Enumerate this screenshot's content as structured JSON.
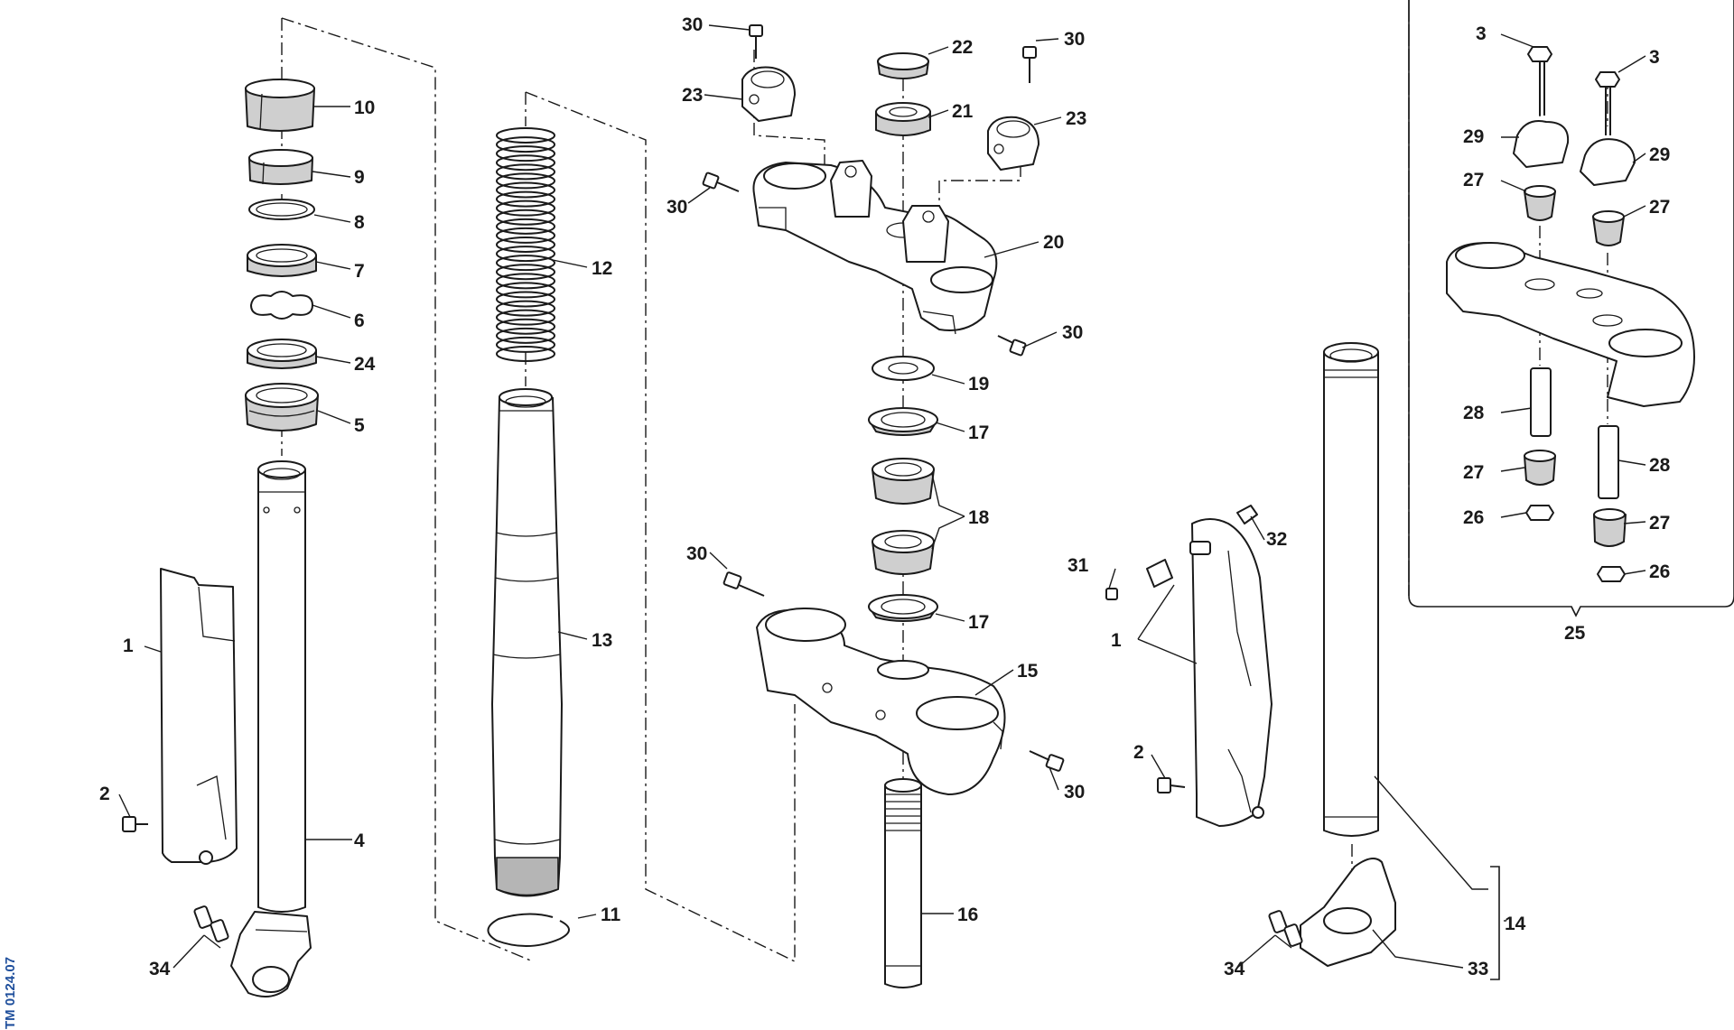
{
  "drawing_code": "TM 0124.07",
  "labels": {
    "l1a": "1",
    "l1b": "1",
    "l2a": "2",
    "l2b": "2",
    "l3a": "3",
    "l3b": "3",
    "l4": "4",
    "l5": "5",
    "l6": "6",
    "l7": "7",
    "l8": "8",
    "l9": "9",
    "l10": "10",
    "l11": "11",
    "l12": "12",
    "l13": "13",
    "l14": "14",
    "l15": "15",
    "l16": "16",
    "l17a": "17",
    "l17b": "17",
    "l18": "18",
    "l19": "19",
    "l20": "20",
    "l21": "21",
    "l22": "22",
    "l23a": "23",
    "l23b": "23",
    "l24": "24",
    "l25": "25",
    "l26a": "26",
    "l26b": "26",
    "l27a": "27",
    "l27b": "27",
    "l27c": "27",
    "l27d": "27",
    "l28a": "28",
    "l28b": "28",
    "l29a": "29",
    "l29b": "29",
    "l30a": "30",
    "l30b": "30",
    "l30c": "30",
    "l30d": "30",
    "l30e": "30",
    "l30f": "30",
    "l31": "31",
    "l32": "32",
    "l33": "33",
    "l34a": "34",
    "l34b": "34"
  }
}
